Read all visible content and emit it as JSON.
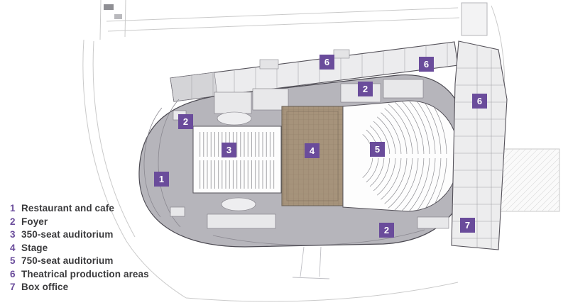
{
  "plan": {
    "badges": [
      "6",
      "6",
      "2",
      "6",
      "2",
      "3",
      "4",
      "5",
      "1",
      "2",
      "7"
    ]
  },
  "legend": {
    "items": [
      {
        "number": "1",
        "label": "Restaurant and cafe"
      },
      {
        "number": "2",
        "label": "Foyer"
      },
      {
        "number": "3",
        "label": "350-seat auditorium"
      },
      {
        "number": "4",
        "label": "Stage"
      },
      {
        "number": "5",
        "label": "750-seat auditorium"
      },
      {
        "number": "6",
        "label": "Theatrical production areas"
      },
      {
        "number": "7",
        "label": "Box office"
      }
    ]
  },
  "colors": {
    "accent_purple": "#6a4c9b",
    "stage_brown": "#a6937b",
    "foyer_gray": "#b6b5bb"
  }
}
